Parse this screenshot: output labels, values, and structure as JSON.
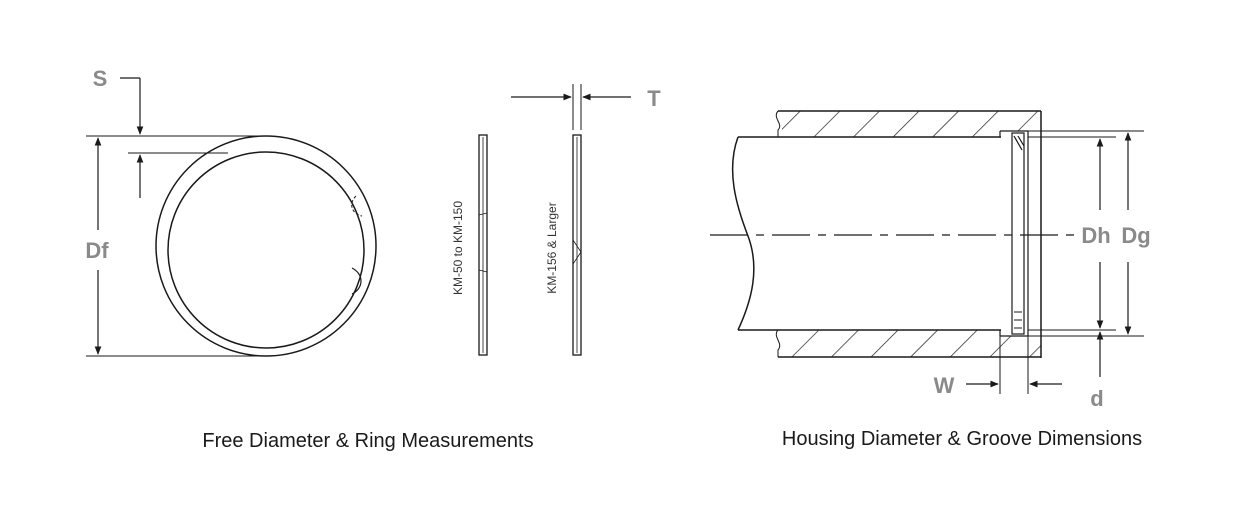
{
  "labels": {
    "s": "S",
    "df": "Df",
    "t": "T",
    "dh": "Dh",
    "dg": "Dg",
    "w": "W",
    "d": "d"
  },
  "ring_profiles": {
    "small_range": "KM-50 to KM-150",
    "large_range": "KM-156 & Larger"
  },
  "captions": {
    "left": "Free Diameter & Ring Measurements",
    "right": "Housing Diameter & Groove Dimensions"
  },
  "colors": {
    "label_gray": "#8a8a8a",
    "line": "#1a1a1a"
  }
}
